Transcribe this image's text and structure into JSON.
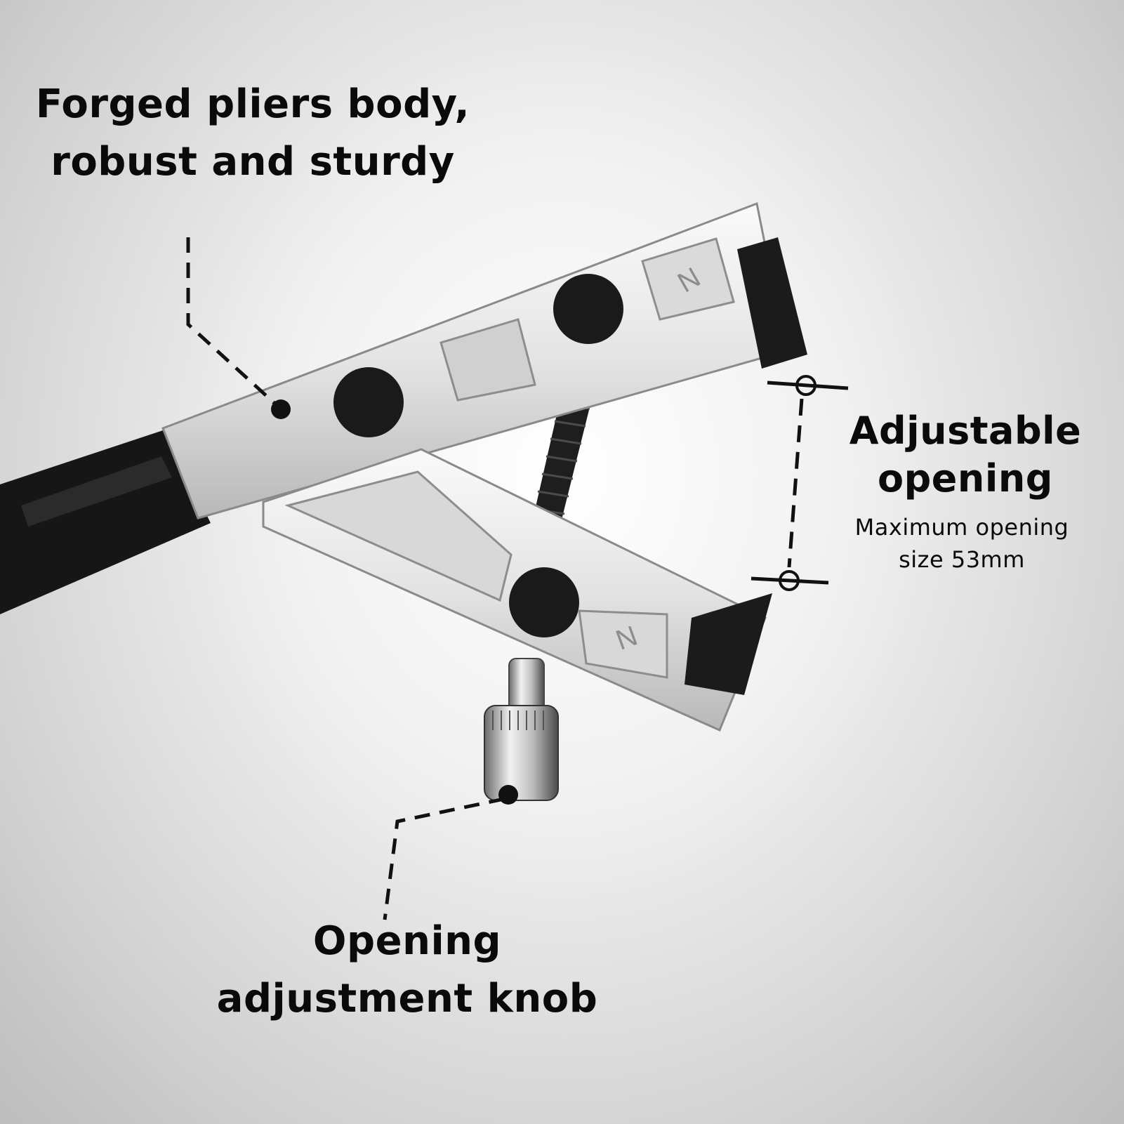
{
  "annotations": {
    "body": {
      "line1": "Forged pliers body,",
      "line2": "robust and sturdy"
    },
    "opening": {
      "title_line1": "Adjustable",
      "title_line2": "opening",
      "detail_line1": "Maximum opening",
      "detail_line2": "size 53mm"
    },
    "knob": {
      "line1": "Opening",
      "line2": "adjustment knob"
    }
  },
  "product": {
    "jaw_marking": "N"
  }
}
